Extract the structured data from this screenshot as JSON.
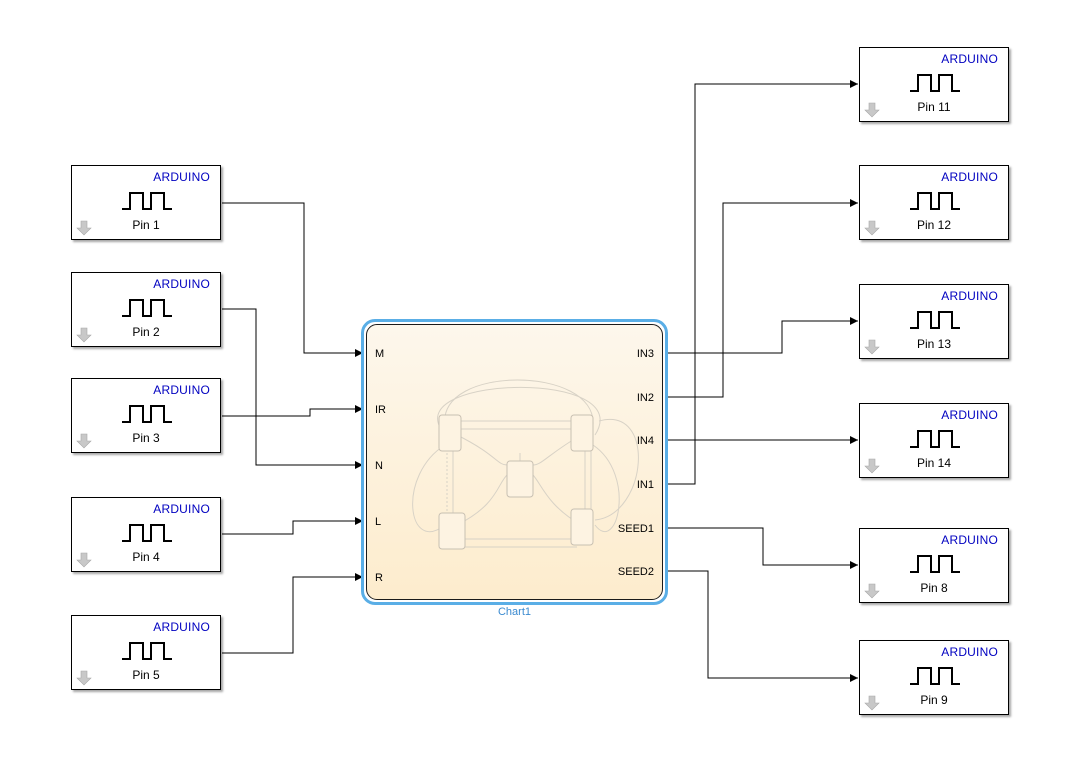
{
  "blocks": {
    "brand_label": "ARDUINO",
    "left_pins": [
      "Pin 1",
      "Pin 2",
      "Pin 3",
      "Pin 4",
      "Pin 5"
    ],
    "right_pins": [
      "Pin 11",
      "Pin 12",
      "Pin 13",
      "Pin 14",
      "Pin 8",
      "Pin 9"
    ]
  },
  "chart": {
    "name": "Chart1",
    "inputs": [
      "M",
      "IR",
      "N",
      "L",
      "R"
    ],
    "outputs": [
      "IN3",
      "IN2",
      "IN4",
      "IN1",
      "SEED1",
      "SEED2"
    ]
  },
  "colors": {
    "brand_text": "#0000c0",
    "chart_border": "#5aaee6",
    "chart_fill_top": "#fdf7ec",
    "chart_fill_bottom": "#fdeccd",
    "chart_label": "#3a8ad0"
  }
}
